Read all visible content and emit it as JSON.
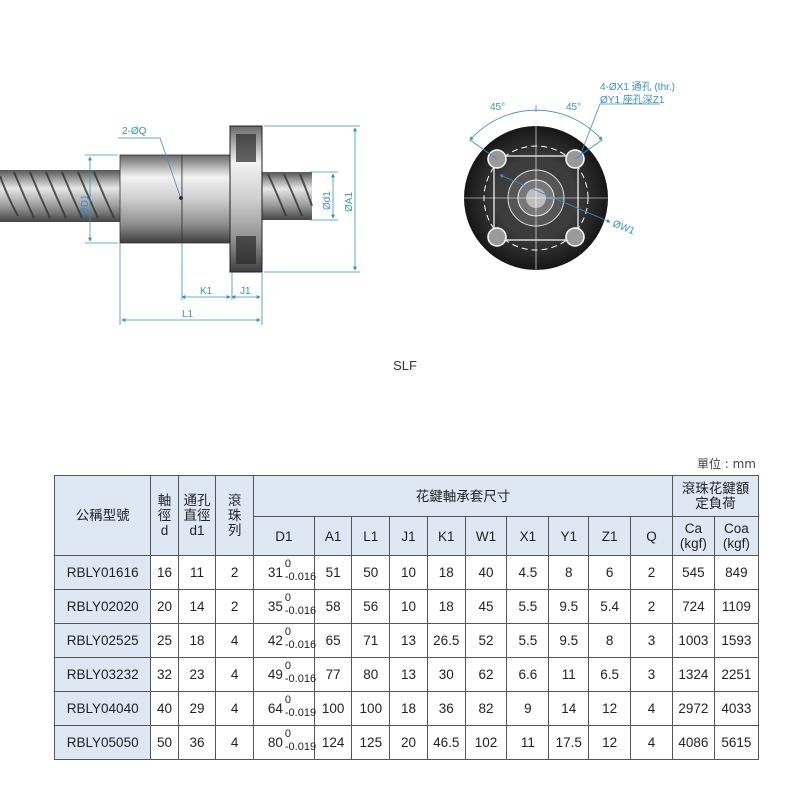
{
  "drawing": {
    "labels": {
      "q": "2-ØQ",
      "d1_big": "ØD1",
      "d1_small": "Ød1",
      "a1": "ØA1",
      "k1": "K1",
      "j1": "J1",
      "l1": "L1",
      "angle_left": "45°",
      "angle_right": "45°",
      "hole_x1": "4-ØX1 通孔 (thr.)",
      "hole_y1": "ØY1 座孔深Z1",
      "w1": "ØW1"
    },
    "caption": "SLF"
  },
  "unit_note": "單位 : mm",
  "table": {
    "headers": {
      "model": "公稱型號",
      "shaft": "軸徑",
      "shaft_sym": "d",
      "through": "通孔直徑",
      "through_sym": "d1",
      "rows": "滾珠列",
      "nut_group": "花鍵軸承套尺寸",
      "nut_cols": [
        "D1",
        "A1",
        "L1",
        "J1",
        "K1",
        "W1",
        "X1",
        "Y1",
        "Z1",
        "Q"
      ],
      "load_group": "滾珠花鍵額定負荷",
      "ca": "Ca",
      "ca_unit": "(kgf)",
      "coa": "Coa",
      "coa_unit": "(kgf)"
    },
    "rows": [
      {
        "model": "RBLY01616",
        "d": "16",
        "d1": "11",
        "rows": "2",
        "D1": "31",
        "D1_up": "0",
        "D1_lo": "-0.016",
        "A1": "51",
        "L1": "50",
        "J1": "10",
        "K1": "18",
        "W1": "40",
        "X1": "4.5",
        "Y1": "8",
        "Z1": "6",
        "Q": "2",
        "Ca": "545",
        "Coa": "849"
      },
      {
        "model": "RBLY02020",
        "d": "20",
        "d1": "14",
        "rows": "2",
        "D1": "35",
        "D1_up": "0",
        "D1_lo": "-0.016",
        "A1": "58",
        "L1": "56",
        "J1": "10",
        "K1": "18",
        "W1": "45",
        "X1": "5.5",
        "Y1": "9.5",
        "Z1": "5.4",
        "Q": "2",
        "Ca": "724",
        "Coa": "1109"
      },
      {
        "model": "RBLY02525",
        "d": "25",
        "d1": "18",
        "rows": "4",
        "D1": "42",
        "D1_up": "0",
        "D1_lo": "-0.016",
        "A1": "65",
        "L1": "71",
        "J1": "13",
        "K1": "26.5",
        "W1": "52",
        "X1": "5.5",
        "Y1": "9.5",
        "Z1": "8",
        "Q": "3",
        "Ca": "1003",
        "Coa": "1593"
      },
      {
        "model": "RBLY03232",
        "d": "32",
        "d1": "23",
        "rows": "4",
        "D1": "49",
        "D1_up": "0",
        "D1_lo": "-0.016",
        "A1": "77",
        "L1": "80",
        "J1": "13",
        "K1": "30",
        "W1": "62",
        "X1": "6.6",
        "Y1": "11",
        "Z1": "6.5",
        "Q": "3",
        "Ca": "1324",
        "Coa": "2251"
      },
      {
        "model": "RBLY04040",
        "d": "40",
        "d1": "29",
        "rows": "4",
        "D1": "64",
        "D1_up": "0",
        "D1_lo": "-0.019",
        "A1": "100",
        "L1": "100",
        "J1": "18",
        "K1": "36",
        "W1": "82",
        "X1": "9",
        "Y1": "14",
        "Z1": "12",
        "Q": "4",
        "Ca": "2972",
        "Coa": "4033"
      },
      {
        "model": "RBLY05050",
        "d": "50",
        "d1": "36",
        "rows": "4",
        "D1": "80",
        "D1_up": "0",
        "D1_lo": "-0.019",
        "A1": "124",
        "L1": "125",
        "J1": "20",
        "K1": "46.5",
        "W1": "102",
        "X1": "11",
        "Y1": "17.5",
        "Z1": "12",
        "Q": "4",
        "Ca": "4086",
        "Coa": "5615"
      }
    ]
  }
}
